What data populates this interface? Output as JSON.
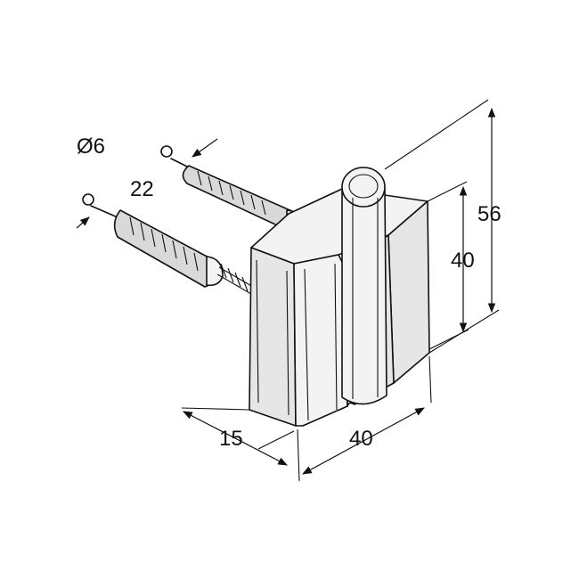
{
  "labels": {
    "diameter": "Ø6",
    "length": "22",
    "total_height": "56",
    "body_height": "40",
    "depth": "15",
    "width": "40"
  }
}
